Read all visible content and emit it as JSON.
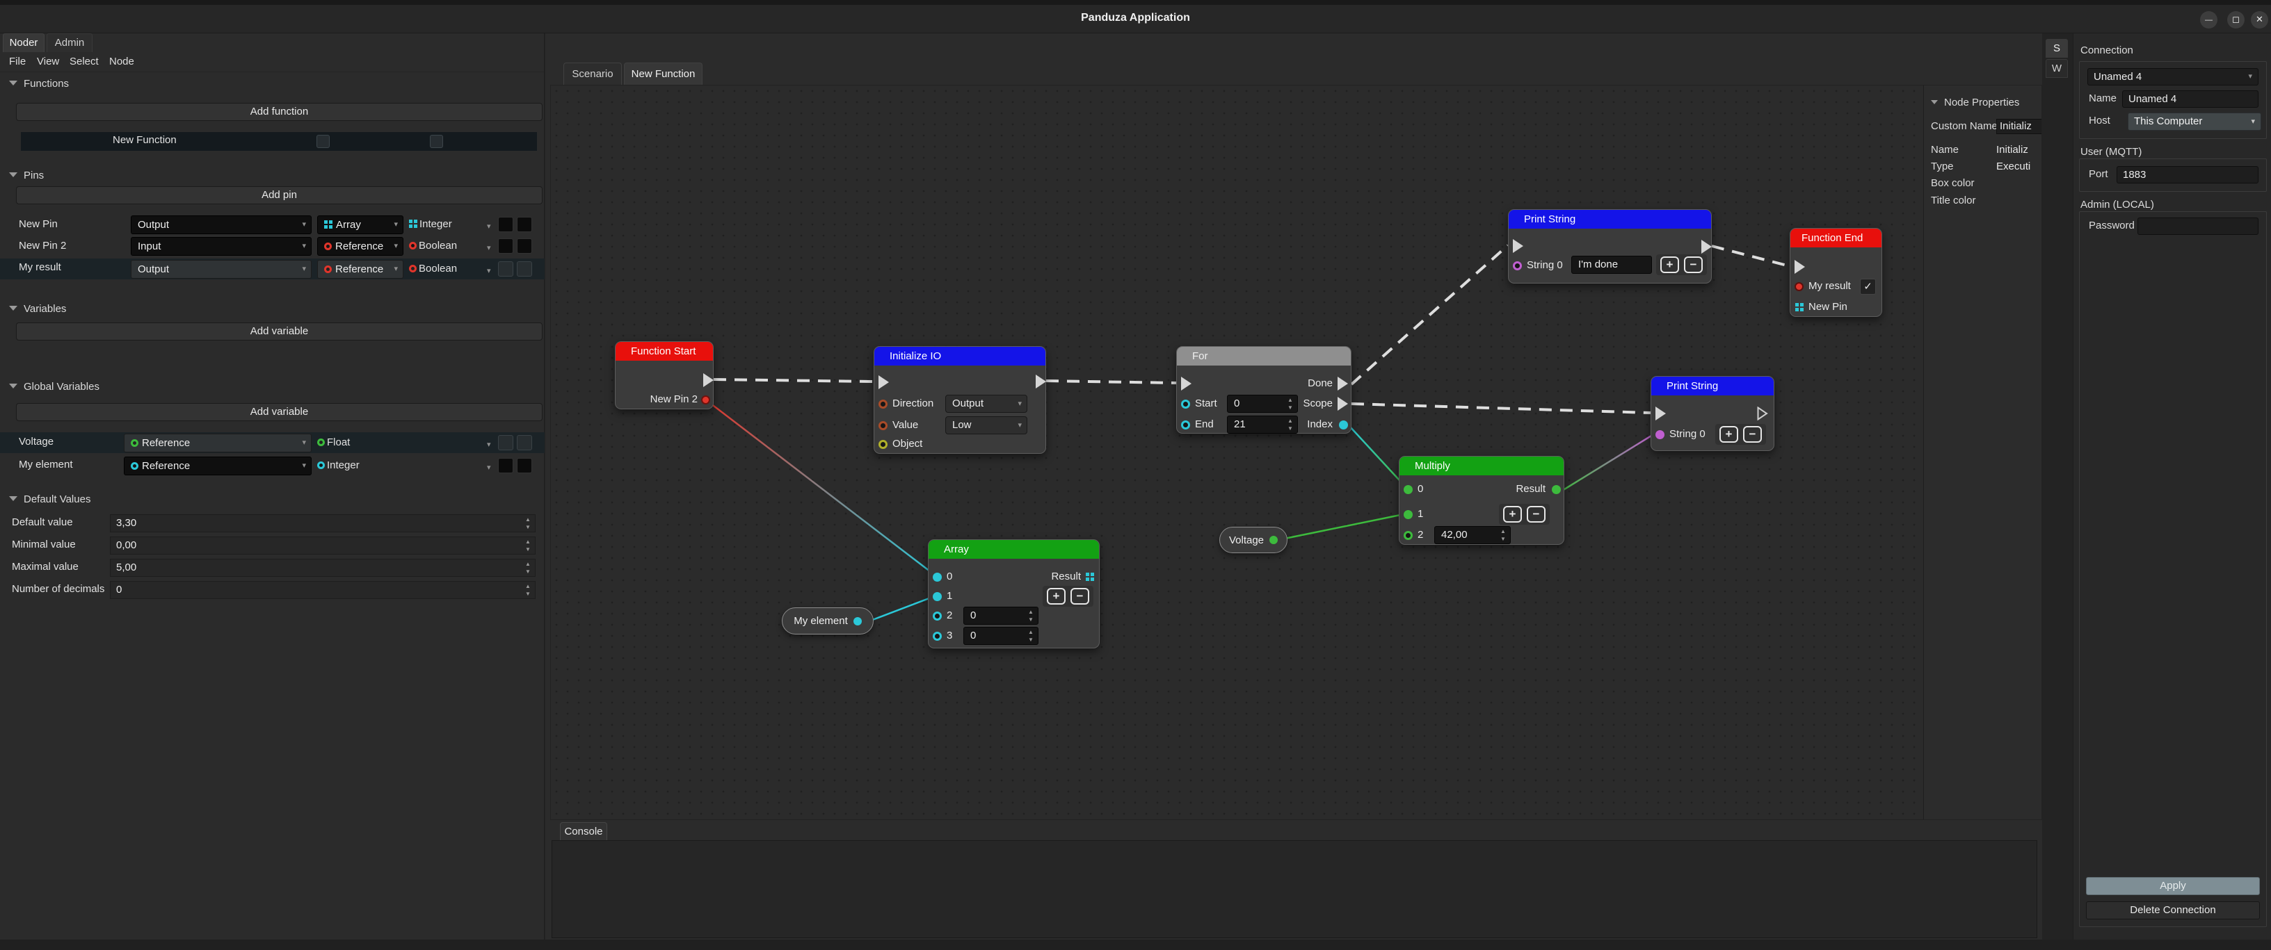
{
  "window": {
    "title": "Panduza Application"
  },
  "icons": {
    "caret": "▾",
    "spin_up": "▲",
    "spin_down": "▼",
    "plus": "+",
    "minus": "−",
    "check": "✓",
    "minimize": "—",
    "maximize": "◻",
    "close": "✕"
  },
  "left": {
    "tabs": [
      {
        "label": "Noder"
      },
      {
        "label": "Admin"
      }
    ],
    "menu": [
      "File",
      "View",
      "Select",
      "Node"
    ],
    "functions": {
      "header": "Functions",
      "add": "Add function",
      "row": {
        "name": "New Function"
      }
    },
    "pins": {
      "header": "Pins",
      "add": "Add pin",
      "rows": [
        {
          "name": "New Pin",
          "direction": "Output",
          "container": "Array",
          "type": "Integer"
        },
        {
          "name": "New Pin 2",
          "direction": "Input",
          "container": "Reference",
          "type": "Boolean"
        },
        {
          "name": "My result",
          "direction": "Output",
          "container": "Reference",
          "type": "Boolean"
        }
      ]
    },
    "variables": {
      "header": "Variables",
      "add": "Add variable"
    },
    "globals": {
      "header": "Global Variables",
      "add": "Add variable",
      "rows": [
        {
          "name": "Voltage",
          "container": "Reference",
          "type": "Float"
        },
        {
          "name": "My element",
          "container": "Reference",
          "type": "Integer"
        }
      ]
    },
    "defaults": {
      "header": "Default Values",
      "rows": [
        {
          "label": "Default value",
          "value": "3,30"
        },
        {
          "label": "Minimal value",
          "value": "0,00"
        },
        {
          "label": "Maximal value",
          "value": "5,00"
        },
        {
          "label": "Number of decimals",
          "value": "0"
        }
      ]
    }
  },
  "canvas": {
    "tabs": [
      {
        "label": "Scenario"
      },
      {
        "label": "New Function"
      }
    ],
    "console_tab": "Console"
  },
  "nodes": {
    "function_start": {
      "title": "Function Start",
      "pin": "New Pin 2"
    },
    "initialize_io": {
      "title": "Initialize IO",
      "direction_label": "Direction",
      "direction_value": "Output",
      "value_label": "Value",
      "value_value": "Low",
      "object_label": "Object"
    },
    "for_loop": {
      "title": "For",
      "start_label": "Start",
      "start_value": "0",
      "end_label": "End",
      "end_value": "21",
      "done": "Done",
      "scope": "Scope",
      "index": "Index"
    },
    "print_string_1": {
      "title": "Print String",
      "string_label": "String 0",
      "string_value": "I'm done"
    },
    "function_end": {
      "title": "Function End",
      "result": "My result",
      "new_pin": "New Pin"
    },
    "array": {
      "title": "Array",
      "p0": "0",
      "p1": "1",
      "p2": "2",
      "p2_value": "0",
      "p3": "3",
      "p3_value": "0",
      "result": "Result"
    },
    "multiply": {
      "title": "Multiply",
      "p0": "0",
      "p1": "1",
      "p2": "2",
      "p2_value": "42,00",
      "result": "Result"
    },
    "print_string_2": {
      "title": "Print String",
      "string_label": "String 0"
    },
    "voltage_pill": "Voltage",
    "element_pill": "My element"
  },
  "node_props": {
    "header": "Node Properties",
    "rows": [
      {
        "label": "Custom Name",
        "value": "Initializ"
      },
      {
        "label": "Name",
        "value": "Initializ"
      },
      {
        "label": "Type",
        "value": "Executi"
      },
      {
        "label": "Box color",
        "value": ""
      },
      {
        "label": "Title color",
        "value": ""
      }
    ]
  },
  "side_tabs": [
    "S",
    "W"
  ],
  "connection": {
    "header": "Connection",
    "selector": "Unamed 4",
    "name_label": "Name",
    "name_value": "Unamed 4",
    "host_label": "Host",
    "host_value": "This Computer",
    "user_header": "User (MQTT)",
    "port_label": "Port",
    "port_value": "1883",
    "admin_header": "Admin (LOCAL)",
    "password_label": "Password",
    "apply": "Apply",
    "delete": "Delete Connection"
  },
  "colors": {
    "exec_wire": "#dedede",
    "node_red": "#e8100c",
    "node_blue": "#1414e8",
    "node_green": "#13a113",
    "node_gray": "#8f8f8f",
    "pin_cyan": "#2bc8d8",
    "pin_green": "#3dbb3d",
    "pin_purple": "#c05fd0",
    "pin_red": "#e0352b",
    "pin_orange": "#a84b28",
    "pin_yellow": "#b0b02a"
  }
}
